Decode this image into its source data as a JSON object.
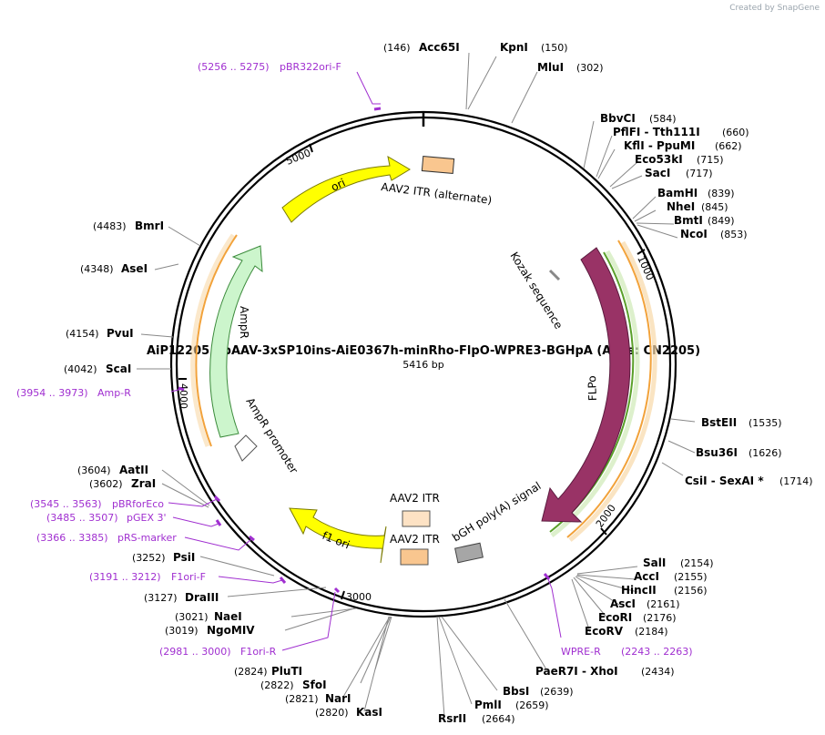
{
  "watermark": "Created by SnapGene",
  "plasmid": {
    "title": "AiP12205 - pAAV-3xSP10ins-AiE0367h-minRho-FlpO-WPRE3-BGHpA (Alias: CN2205)",
    "size": "5416 bp"
  },
  "ticks": [
    "1000",
    "2000",
    "3000",
    "4000",
    "5000"
  ],
  "features": {
    "ori": "ori",
    "itr_alt": "AAV2 ITR (alternate)",
    "kozak": "Kozak sequence",
    "flpo": "FLPo",
    "bgh": "bGH poly(A) signal",
    "itr1": "AAV2 ITR",
    "itr2": "AAV2 ITR",
    "f1ori": "f1 ori",
    "ampr_promoter": "AmpR promoter",
    "ampr": "AmpR"
  },
  "sites": [
    {
      "name": "Acc65I",
      "pos": "(146)"
    },
    {
      "name": "KpnI",
      "pos": "(150)"
    },
    {
      "name": "MluI",
      "pos": "(302)"
    },
    {
      "name": "BbvCI",
      "pos": "(584)"
    },
    {
      "name": "PflFI - Tth111I",
      "pos": "(660)"
    },
    {
      "name": "KflI - PpuMI",
      "pos": "(662)"
    },
    {
      "name": "Eco53kI",
      "pos": "(715)"
    },
    {
      "name": "SacI",
      "pos": "(717)"
    },
    {
      "name": "BamHI",
      "pos": "(839)"
    },
    {
      "name": "NheI",
      "pos": "(845)"
    },
    {
      "name": "BmtI",
      "pos": "(849)"
    },
    {
      "name": "NcoI",
      "pos": "(853)"
    },
    {
      "name": "BstEII",
      "pos": "(1535)"
    },
    {
      "name": "Bsu36I",
      "pos": "(1626)"
    },
    {
      "name": "CsiI - SexAI *",
      "pos": "(1714)"
    },
    {
      "name": "SalI",
      "pos": "(2154)"
    },
    {
      "name": "AccI",
      "pos": "(2155)"
    },
    {
      "name": "HincII",
      "pos": "(2156)"
    },
    {
      "name": "AscI",
      "pos": "(2161)"
    },
    {
      "name": "EcoRI",
      "pos": "(2176)"
    },
    {
      "name": "EcoRV",
      "pos": "(2184)"
    },
    {
      "name": "PaeR7I - XhoI",
      "pos": "(2434)"
    },
    {
      "name": "BbsI",
      "pos": "(2639)"
    },
    {
      "name": "PmlI",
      "pos": "(2659)"
    },
    {
      "name": "RsrII",
      "pos": "(2664)"
    },
    {
      "name": "PluTI",
      "pos": "(2824)"
    },
    {
      "name": "SfoI",
      "pos": "(2822)"
    },
    {
      "name": "NarI",
      "pos": "(2821)"
    },
    {
      "name": "KasI",
      "pos": "(2820)"
    },
    {
      "name": "NaeI",
      "pos": "(3021)"
    },
    {
      "name": "NgoMIV",
      "pos": "(3019)"
    },
    {
      "name": "DraIII",
      "pos": "(3127)"
    },
    {
      "name": "PsiI",
      "pos": "(3252)"
    },
    {
      "name": "AatII",
      "pos": "(3604)"
    },
    {
      "name": "ZraI",
      "pos": "(3602)"
    },
    {
      "name": "ScaI",
      "pos": "(4042)"
    },
    {
      "name": "PvuI",
      "pos": "(4154)"
    },
    {
      "name": "AseI",
      "pos": "(4348)"
    },
    {
      "name": "BmrI",
      "pos": "(4483)"
    }
  ],
  "primers": [
    {
      "name": "pBR322ori-F",
      "range": "(5256 .. 5275)"
    },
    {
      "name": "WPRE-R",
      "range": "(2243 .. 2263)"
    },
    {
      "name": "F1ori-R",
      "range": "(2981 .. 3000)"
    },
    {
      "name": "F1ori-F",
      "range": "(3191 .. 3212)"
    },
    {
      "name": "pRS-marker",
      "range": "(3366 .. 3385)"
    },
    {
      "name": "pGEX 3'",
      "range": "(3485 .. 3507)"
    },
    {
      "name": "pBRforEco",
      "range": "(3545 .. 3563)"
    },
    {
      "name": "Amp-R",
      "range": "(3954 .. 3973)"
    }
  ]
}
